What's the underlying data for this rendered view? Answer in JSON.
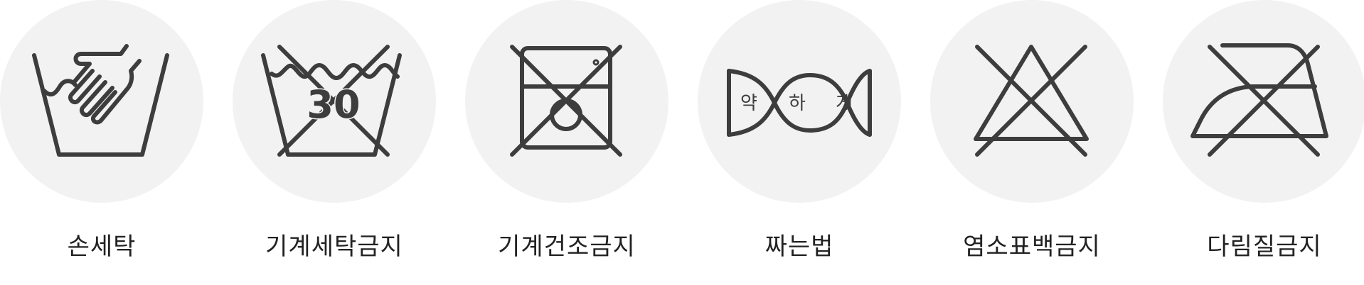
{
  "colors": {
    "circle_bg": "#f2f2f2",
    "icon_stroke": "#3d3d3d",
    "label_text": "#222222"
  },
  "items": [
    {
      "label": "손세탁",
      "icon": "hand-wash-icon"
    },
    {
      "label": "기계세탁금지",
      "icon": "no-machine-wash-icon",
      "icon_text": "30"
    },
    {
      "label": "기계건조금지",
      "icon": "no-tumble-dry-icon"
    },
    {
      "label": "짜는법",
      "icon": "gentle-wring-icon",
      "icon_text": [
        "약",
        "하",
        "게"
      ]
    },
    {
      "label": "염소표백금지",
      "icon": "no-bleach-icon"
    },
    {
      "label": "다림질금지",
      "icon": "no-ironing-icon"
    }
  ]
}
